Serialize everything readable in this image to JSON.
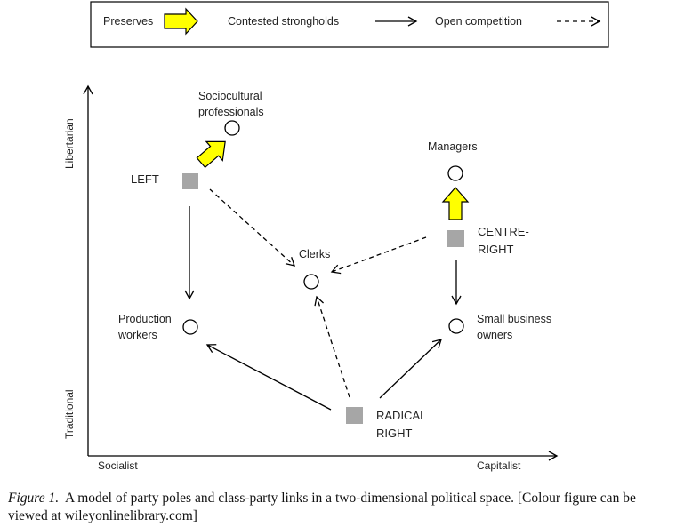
{
  "legend": {
    "preserves": "Preserves",
    "contested": "Contested strongholds",
    "open": "Open competition"
  },
  "axes": {
    "y_top": "Libertarian",
    "y_bottom": "Traditional",
    "x_left": "Socialist",
    "x_right": "Capitalist"
  },
  "parties": {
    "left": "LEFT",
    "centre_right_1": "CENTRE-",
    "centre_right_2": "RIGHT",
    "radical_right_1": "RADICAL",
    "radical_right_2": "RIGHT"
  },
  "classes": {
    "sociocultural_1": "Sociocultural",
    "sociocultural_2": "professionals",
    "managers": "Managers",
    "clerks": "Clerks",
    "production_1": "Production",
    "production_2": "workers",
    "small_business_1": "Small business",
    "small_business_2": "owners"
  },
  "caption": {
    "figure": "Figure 1.",
    "text": "A model of party poles and class-party links in a two-dimensional political space. [Colour figure can be viewed at wileyonlinelibrary.com]"
  },
  "colors": {
    "party_square": "#a6a6a6",
    "preserve_arrow_fill": "#ffff00",
    "line": "#000000"
  }
}
